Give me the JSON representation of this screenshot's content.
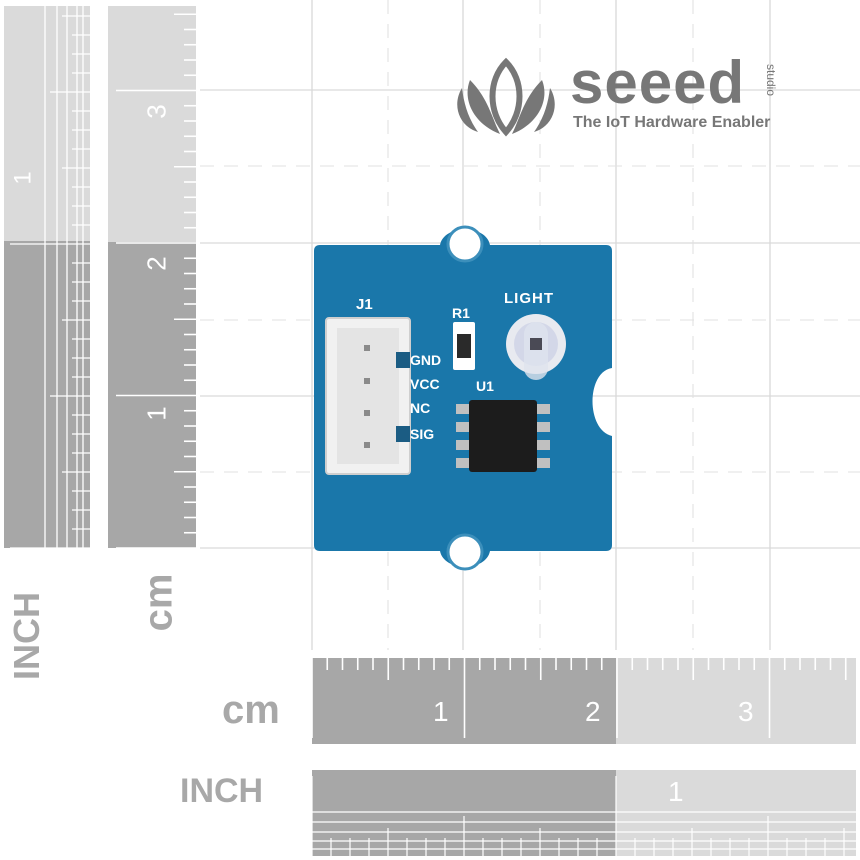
{
  "brand": {
    "name": "seeed",
    "suffix": "studio",
    "tagline": "The IoT Hardware Enabler"
  },
  "rulers": {
    "unit_cm": "cm",
    "unit_inch": "INCH",
    "vertical_cm_labels": [
      "3",
      "2",
      "1"
    ],
    "vertical_inch_labels": [
      "1"
    ],
    "horizontal_cm_labels": [
      "1",
      "2",
      "3"
    ],
    "horizontal_inch_labels": [
      "1"
    ]
  },
  "board": {
    "connector_label": "J1",
    "resistor_label": "R1",
    "chip_label": "U1",
    "sensor_label": "LIGHT",
    "pins": [
      "GND",
      "VCC",
      "NC",
      "SIG"
    ],
    "pcb_color": "#1a78ab",
    "connector_color": "#f2f2f2"
  },
  "colors": {
    "ruler_dark": "#a6a6a6",
    "ruler_light": "#d9d9d9",
    "ruler_text": "#ffffff",
    "grid": "#d8d8d8",
    "logo": "#7a7a7a"
  }
}
